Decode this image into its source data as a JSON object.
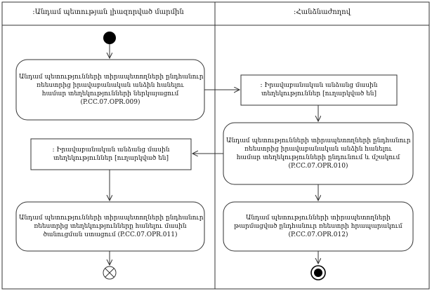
{
  "lanes": [
    {
      "title": ":Անդամ պետության լիազորված մարմին"
    },
    {
      "title": ":Հանձնաժողով"
    }
  ],
  "nodes": {
    "action_009": {
      "lines": [
        "Անդամ պետությունների տիրապետողների ընդհանուր",
        "ռեեստրից իրավաբանական անձին հանելու",
        "համար տեղեկությունների ներկայացում",
        "(P.CC.07.OPR.009)"
      ]
    },
    "object_right": {
      "lines": [
        ": Իրավաբանական անձանց մասին",
        "տեղեկություններ [ուղարկված են]"
      ]
    },
    "action_010": {
      "lines": [
        "Անդամ պետությունների տիրապետողների ընդհանուր",
        "ռեեստրից իրավաբանական անձին հանելու",
        "համար տեղեկությունների ընդունում և մշակում",
        "(P.CC.07.OPR.010)"
      ]
    },
    "object_left": {
      "lines": [
        ": Իրավաբանական անձանց մասին",
        "տեղեկություններ [ուղարկված են]"
      ]
    },
    "action_011": {
      "lines": [
        "Անդամ պետությունների տիրապետողների ընդհանուր",
        "ռեեստրից տեղեկությունները հանելու մասին",
        "ծանուցման ստացում (P.CC.07.OPR.011)"
      ]
    },
    "action_012": {
      "lines": [
        "Անդամ պետությունների տիրապետողների",
        "թարմացված ընդհանուր ռեեստրի հրապարակում",
        "(P.CC.07.OPR.012)"
      ]
    }
  }
}
